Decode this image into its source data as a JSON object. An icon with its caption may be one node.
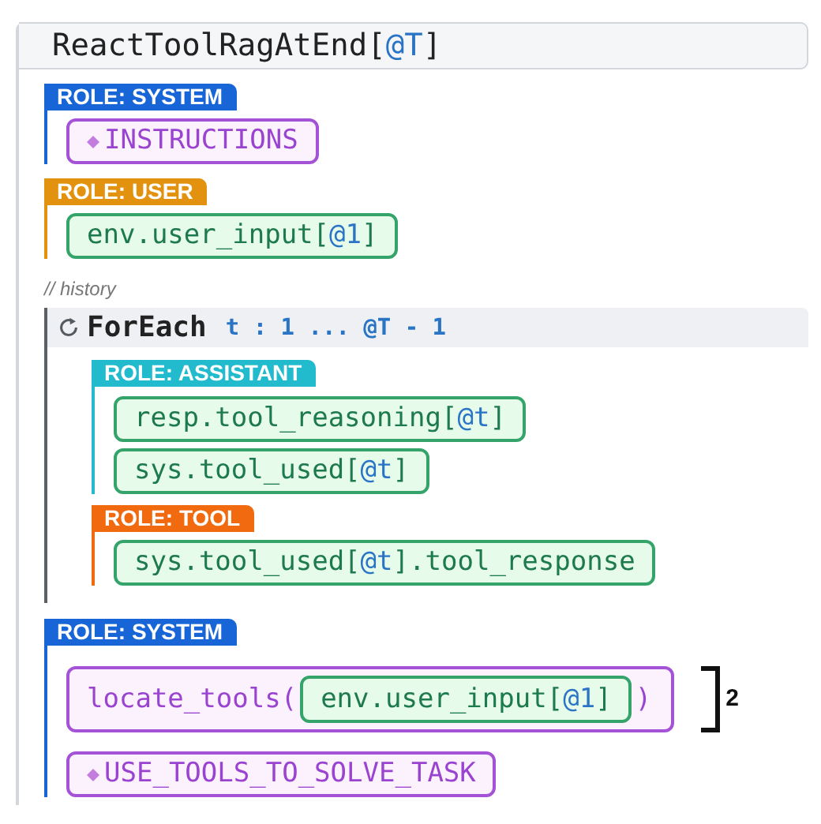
{
  "diagram": {
    "nodes": [
      {
        "text": [
          "ReactToolRagAtEnd[@T]"
        ]
      },
      {
        "text": [
          "ROLE: SYSTEM"
        ],
        "in": 0
      },
      {
        "text": [
          "INSTRUCTIONS"
        ],
        "in": 1
      },
      {
        "text": [
          "ROLE: USER"
        ],
        "in": 0
      },
      {
        "text": [
          "env.user_input[@1]"
        ],
        "in": 3
      },
      {
        "text": [
          "ForEach",
          "t : 1 ... @T - 1"
        ],
        "in": 0
      },
      {
        "text": [
          "ROLE: ASSISTANT"
        ],
        "in": 5
      },
      {
        "text": [
          "resp.tool_reasoning[@t]"
        ],
        "in": 6
      },
      {
        "text": [
          "sys.tool_used[@t]"
        ],
        "in": 6
      },
      {
        "text": [
          "ROLE: TOOL"
        ],
        "in": 5
      },
      {
        "text": [
          "sys.tool_used[@t].tool_response"
        ],
        "in": 9
      },
      {
        "text": [
          "ROLE: SYSTEM"
        ],
        "in": 0
      },
      {
        "text": [
          "locate_tools(",
          ")"
        ],
        "in": 11,
        "beside": [
          "2"
        ]
      },
      {
        "text": [
          "env.user_input[@1]"
        ],
        "in": 12
      },
      {
        "text": [
          "USE_TOOLS_TO_SOLVE_TASK"
        ],
        "in": 11
      }
    ],
    "labels": [
      "// history"
    ]
  }
}
